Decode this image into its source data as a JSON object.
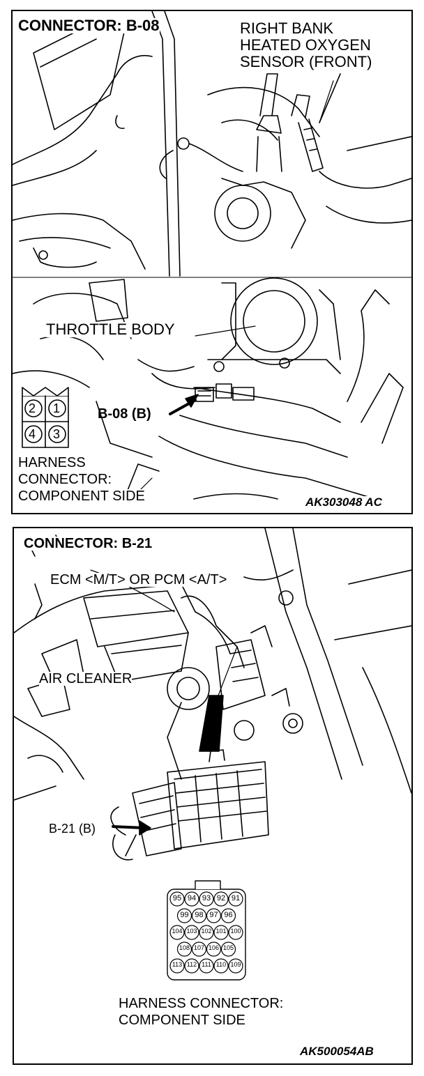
{
  "top_panel": {
    "connector_title": "CONNECTOR: B-08",
    "sensor_label": [
      "RIGHT BANK",
      "HEATED OXYGEN",
      "SENSOR (FRONT)"
    ],
    "throttle_label": "THROTTLE BODY",
    "connector_callout": "B-08 (B)",
    "pin_numbers": [
      "2",
      "1",
      "4",
      "3"
    ],
    "harness_label": [
      "HARNESS",
      "CONNECTOR:",
      "COMPONENT SIDE"
    ],
    "figure_id": "AK303048 AC"
  },
  "bottom_panel": {
    "connector_title": "CONNECTOR: B-21",
    "ecm_label": "ECM <M/T> OR PCM <A/T>",
    "air_cleaner_label": "AIR CLEANER",
    "connector_callout": "B-21 (B)",
    "pin_rows": [
      [
        "95",
        "94",
        "93",
        "92",
        "91"
      ],
      [
        "99",
        "98",
        "97",
        "96"
      ],
      [
        "104",
        "103",
        "102",
        "101",
        "100"
      ],
      [
        "108",
        "107",
        "106",
        "105"
      ],
      [
        "113",
        "112",
        "111",
        "110",
        "109"
      ]
    ],
    "harness_label": [
      "HARNESS CONNECTOR:",
      "COMPONENT SIDE"
    ],
    "figure_id": "AK500054AB"
  }
}
